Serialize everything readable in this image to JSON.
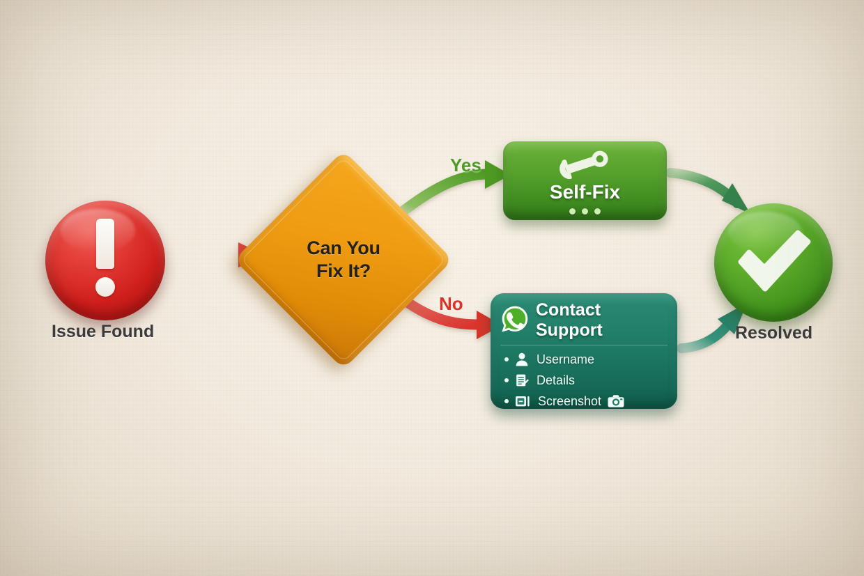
{
  "diagram": {
    "type": "flowchart",
    "background_color": "#f2eade",
    "nodes": [
      {
        "id": "issue",
        "label": "Issue Found",
        "shape": "circle",
        "icon": "exclamation-icon",
        "color": "#d6241f"
      },
      {
        "id": "decision",
        "label_line1": "Can You",
        "label_line2": "Fix It?",
        "shape": "diamond",
        "color": "#ef9c12"
      },
      {
        "id": "selffix",
        "label": "Self-Fix",
        "shape": "rounded-card",
        "icon": "wrench-icon",
        "color": "#55a12c"
      },
      {
        "id": "support",
        "label": "Contact Support",
        "shape": "rounded-card",
        "icon": "whatsapp-icon",
        "color": "#1f7b65",
        "items": [
          {
            "label": "Username",
            "icon": "person-icon"
          },
          {
            "label": "Details",
            "icon": "document-edit-icon"
          },
          {
            "label": "Screenshot",
            "icon": "window-icon",
            "extra_icon": "camera-icon"
          }
        ]
      },
      {
        "id": "resolved",
        "label": "Resolved",
        "shape": "circle",
        "icon": "check-icon",
        "color": "#4c9e21"
      }
    ],
    "edges": [
      {
        "from": "issue",
        "to": "decision",
        "label": "",
        "color": "#e0453c",
        "style": "straight"
      },
      {
        "from": "decision",
        "to": "selffix",
        "label": "Yes",
        "color": "#5ba32c",
        "style": "curve-up"
      },
      {
        "from": "decision",
        "to": "support",
        "label": "No",
        "color": "#d8342c",
        "style": "curve-down"
      },
      {
        "from": "selffix",
        "to": "resolved",
        "label": "",
        "color": "#3f8f56",
        "style": "curve-down"
      },
      {
        "from": "support",
        "to": "resolved",
        "label": "",
        "color": "#2f8a6b",
        "style": "curve-up"
      }
    ]
  },
  "labels": {
    "yes": "Yes",
    "no": "No",
    "issue_caption": "Issue Found",
    "resolved_caption": "Resolved",
    "decision_line1": "Can You",
    "decision_line2": "Fix It?",
    "selffix_title": "Self-Fix",
    "support_title": "Contact Support",
    "item_username": "Username",
    "item_details": "Details",
    "item_screenshot": "Screenshot"
  }
}
